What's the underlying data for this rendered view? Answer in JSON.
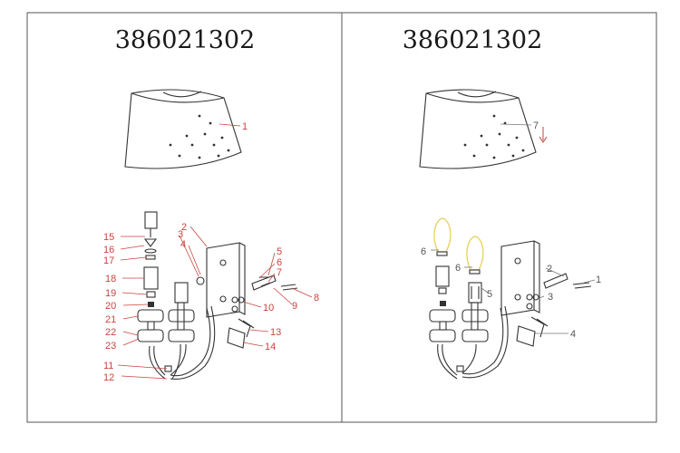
{
  "panels": [
    {
      "title": "386021302",
      "callouts": [
        "1",
        "2",
        "3",
        "4",
        "5",
        "6",
        "7",
        "8",
        "9",
        "10",
        "11",
        "12",
        "13",
        "14",
        "15",
        "16",
        "17",
        "18",
        "19",
        "20",
        "21",
        "22",
        "23"
      ]
    },
    {
      "title": "386021302",
      "callouts": [
        "1",
        "2",
        "3",
        "4",
        "5",
        "6",
        "6",
        "7"
      ]
    }
  ],
  "colors": {
    "callout_red": "#c8453f",
    "callout_grey": "#555555",
    "bulb_yellow": "#e9d36a",
    "line": "#333333"
  }
}
